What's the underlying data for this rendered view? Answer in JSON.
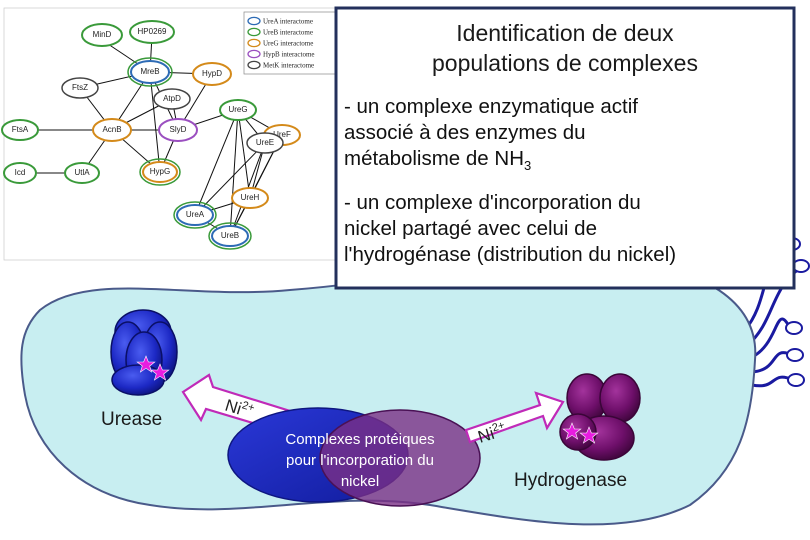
{
  "panel": {
    "title_line1": "Identification de deux",
    "title_line2": "populations de complexes",
    "bullet1_line1": "- un complexe enzymatique actif",
    "bullet1_line2": "associé à des enzymes du",
    "bullet1_line3": "métabolisme de NH",
    "bullet1_sub": "3",
    "bullet2_line1": "- un complexe d'incorporation du",
    "bullet2_line2": "nickel partagé avec celui de",
    "bullet2_line3": "l'hydrogénase (distribution du nickel)"
  },
  "network": {
    "legend": [
      {
        "label": "UreA interactome",
        "color": "#2d6bb5"
      },
      {
        "label": "UreB interactome",
        "color": "#3a9a3a"
      },
      {
        "label": "UreG interactome",
        "color": "#d48a1a"
      },
      {
        "label": "HypB interactome",
        "color": "#9b4fc0"
      },
      {
        "label": "MetK interactome",
        "color": "#444444"
      }
    ],
    "nodes": {
      "MinD": "MinD",
      "HP0269": "HP0269",
      "MreB": "MreB",
      "HypD": "HypD",
      "FtsZ": "FtsZ",
      "AtpD": "AtpD",
      "FtsA": "FtsA",
      "AcnB": "AcnB",
      "SlyD": "SlyD",
      "UreG": "UreG",
      "UreF": "UreF",
      "UreE": "UreE",
      "Icd": "Icd",
      "UtlA": "UtlA",
      "HypG": "HypG",
      "UreH": "UreH",
      "UreA": "UreA",
      "UreB": "UreB"
    }
  },
  "cell": {
    "urease_label": "Urease",
    "ni_left": "Ni",
    "ni_right": "Ni",
    "ni_charge": "2+",
    "complex_line1": "Complexes protéiques",
    "complex_line2": "pour l'incorporation du",
    "complex_line3": "nickel",
    "hydrogenase_label": "Hydrogenase"
  },
  "colors": {
    "cell_fill": "#c8eef1",
    "urease_blue": "#1c28c4",
    "hydrogenase_purple": "#6e0f6a",
    "star_magenta": "#e81ce0",
    "panel_border": "#23305c"
  }
}
